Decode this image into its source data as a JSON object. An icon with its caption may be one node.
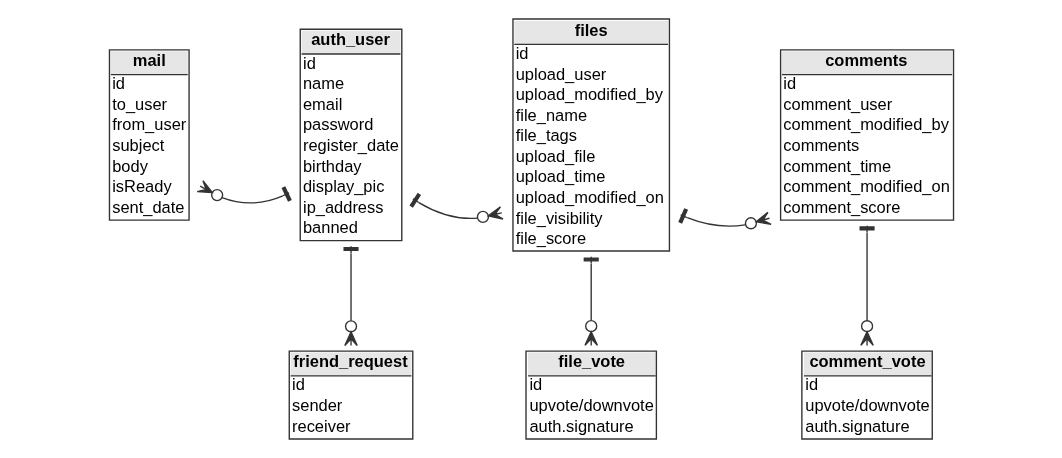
{
  "diagram": {
    "nodes": [
      {
        "text": [
          "mail",
          "id",
          "to_user",
          "from_user",
          "subject",
          "body",
          "isReady",
          "sent_date"
        ]
      },
      {
        "text": [
          "auth_user",
          "id",
          "name",
          "email",
          "password",
          "register_date",
          "birthday",
          "display_pic",
          "ip_address",
          "banned"
        ]
      },
      {
        "text": [
          "files",
          "id",
          "upload_user",
          "upload_modified_by",
          "file_name",
          "file_tags",
          "upload_file",
          "upload_time",
          "upload_modified_on",
          "file_visibility",
          "file_score"
        ]
      },
      {
        "text": [
          "comments",
          "id",
          "comment_user",
          "comment_modified_by",
          "comments",
          "comment_time",
          "comment_modified_on",
          "comment_score"
        ]
      },
      {
        "text": [
          "friend_request",
          "id",
          "sender",
          "receiver"
        ]
      },
      {
        "text": [
          "file_vote",
          "id",
          "upvote/downvote",
          "auth.signature"
        ]
      },
      {
        "text": [
          "comment_vote",
          "id",
          "upvote/downvote",
          "auth.signature"
        ]
      }
    ],
    "edges": [
      {
        "from": 1,
        "to": 0,
        "arrow": "other"
      },
      {
        "from": 1,
        "to": 2,
        "arrow": "other"
      },
      {
        "from": 2,
        "to": 3,
        "arrow": "other"
      },
      {
        "from": 1,
        "to": 4,
        "arrow": "other"
      },
      {
        "from": 2,
        "to": 5,
        "arrow": "other"
      },
      {
        "from": 3,
        "to": 6,
        "arrow": "other"
      }
    ]
  }
}
